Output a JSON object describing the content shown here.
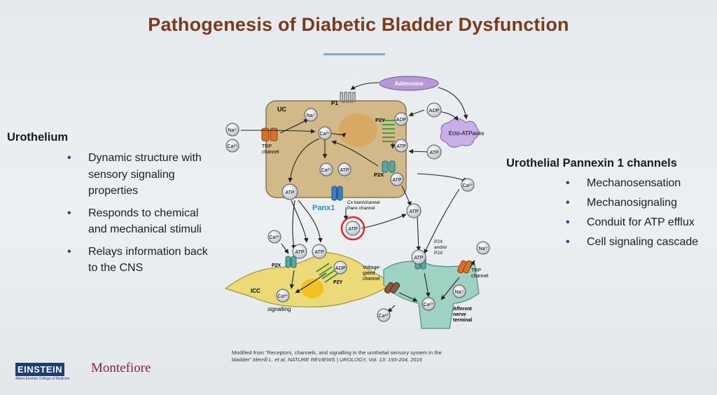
{
  "title": "Pathogenesis of Diabetic Bladder Dysfunction",
  "left": {
    "heading": "Urothelium",
    "bullets": [
      "Dynamic structure with sensory signaling properties",
      "Responds to chemical and mechanical stimuli",
      "Relays information back to the CNS"
    ]
  },
  "right": {
    "heading": "Urothelial Pannexin 1 channels",
    "bullets": [
      "Mechanosensation",
      "Mechanosignaling",
      "Conduit for ATP efflux",
      "Cell signaling cascade"
    ]
  },
  "diagram": {
    "uc_label": "UC",
    "p1": "P1",
    "adenosine": "Adenosine",
    "ecto": "Ecto-ATPases",
    "p2y": "P2Y",
    "p2x": "P2X",
    "trp_channel": [
      "TRP",
      "channel"
    ],
    "panx1": "Panx1",
    "cx_label": [
      "Cx hemichannel",
      "Panx channel"
    ],
    "icc": "ICC",
    "signalling": "signalling",
    "p2x_afferent": [
      "P2X",
      "and/or",
      "P2X"
    ],
    "voltage_gated": [
      "Voltage-",
      "gated",
      "channel"
    ],
    "trp_afferent": [
      "TRP",
      "channel"
    ],
    "afferent": [
      "Afferent",
      "nerve",
      "terminal"
    ],
    "atp": "ATP",
    "adp": "ADP",
    "ca": "Ca²⁺",
    "na": "Na⁺"
  },
  "citation": {
    "line1": "Modified from \"Receptors, channels, and signalling in the urothelial sensory system in the",
    "line2a": "bladder\" ",
    "line2b": "Merrill L. et al, NATURE REVIEWS | UROLOGY, Vol. 13: 193-204, 2016"
  },
  "logos": {
    "einstein": "EINSTEIN",
    "einstein_sub": "Albert Einstein College of Medicine",
    "montefiore": "Montefiore"
  },
  "colors": {
    "title": "#7a3a1f",
    "uc_cell": "#d2b98a",
    "icc_cell": "#ecd97a",
    "afferent": "#9fd2c3",
    "adenosine": "#b59bd6",
    "ecto": "#c8b0e6",
    "panx_highlight": "#d92b2b",
    "bullet": "#1f4e8c"
  }
}
